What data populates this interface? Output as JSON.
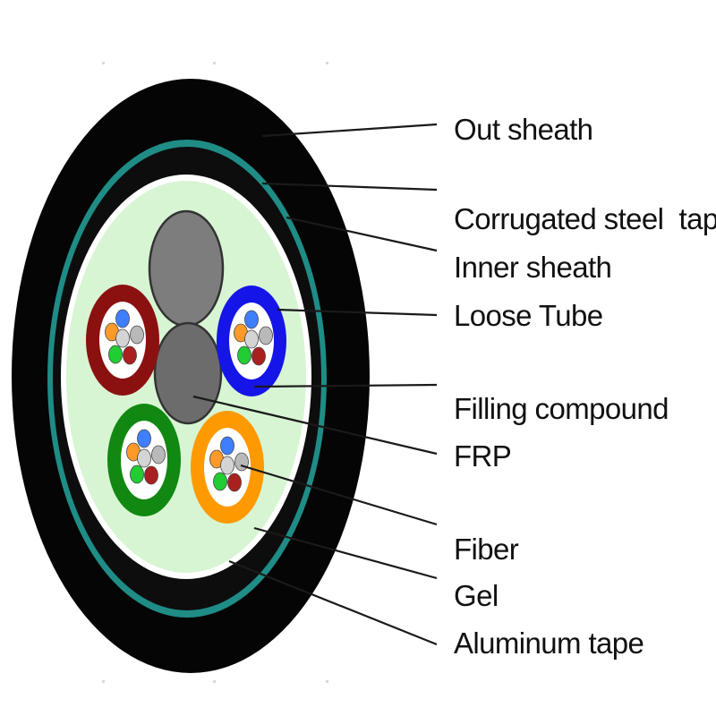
{
  "diagram": {
    "labels": {
      "out_sheath": "Out sheath",
      "corrugated_steel_tape": "Corrugated steel  tape",
      "inner_sheath": "Inner sheath",
      "loose_tube": "Loose Tube",
      "filling_compound": "Filling compound",
      "frp": "FRP",
      "fiber": "Fiber",
      "gel": "Gel",
      "aluminum_tape": "Aluminum tape"
    },
    "colors": {
      "outer_sheath": "#050505",
      "steel_tape": "#1f8c86",
      "inner_sheath": "#0d0d0d",
      "aluminum_tape": "#ffffff",
      "filling": "#d7f5d3",
      "filler_rod": "#7d7d7d",
      "frp": "#6c6c6c",
      "tube_red": "#8b1111",
      "tube_blue": "#1515e8",
      "tube_green": "#118811",
      "tube_orange": "#ff9900",
      "gel_fill": "#ffffff"
    },
    "loose_tubes": [
      {
        "name": "red",
        "color": "#8b1111"
      },
      {
        "name": "blue",
        "color": "#1515e8"
      },
      {
        "name": "green",
        "color": "#118811"
      },
      {
        "name": "orange",
        "color": "#ff9900"
      }
    ],
    "fiber_colors": [
      "#3f7fff",
      "#ff9a2a",
      "#b9b9b9",
      "#d4d4d4",
      "#22cc33",
      "#aa1f1f"
    ]
  }
}
